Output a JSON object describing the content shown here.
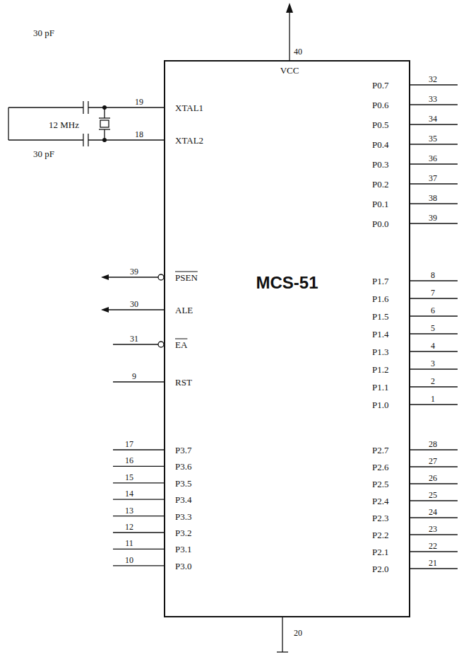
{
  "diagram": {
    "nodes": [
      {
        "text": [
          "MCS-51"
        ]
      }
    ],
    "labels": [
      "40",
      "VCC",
      "19",
      "XTAL1",
      "18",
      "XTAL2",
      "39",
      "PSEN",
      "30",
      "ALE",
      "31",
      "EA",
      "9",
      "RST",
      "17",
      "P3.7",
      "16",
      "P3.6",
      "15",
      "P3.5",
      "14",
      "P3.4",
      "13",
      "P3.3",
      "12",
      "P3.2",
      "11",
      "P3.1",
      "10",
      "P3.0",
      "P0.7",
      "32",
      "P0.6",
      "33",
      "P0.5",
      "34",
      "P0.4",
      "35",
      "P0.3",
      "36",
      "P0.2",
      "37",
      "P0.1",
      "38",
      "P0.0",
      "39",
      "P1.7",
      "8",
      "P1.6",
      "7",
      "P1.5",
      "6",
      "P1.4",
      "5",
      "P1.3",
      "4",
      "P1.2",
      "3",
      "P1.1",
      "2",
      "P1.0",
      "1",
      "P2.7",
      "28",
      "P2.6",
      "27",
      "P2.5",
      "26",
      "P2.4",
      "25",
      "P2.3",
      "24",
      "P2.2",
      "23",
      "P2.1",
      "22",
      "P2.0",
      "21",
      "30 pF",
      "12 MHz",
      "30 pF",
      "20"
    ]
  }
}
